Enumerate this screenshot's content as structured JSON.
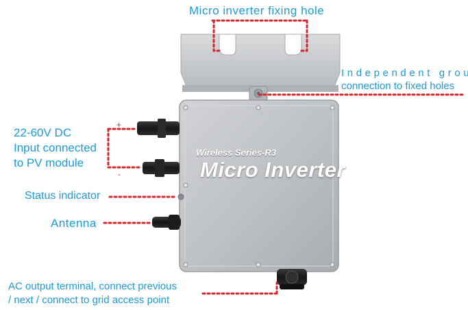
{
  "title": "",
  "device": {
    "series_text": "Wireless Series-R3",
    "product_name": "Micro Inverter"
  },
  "callouts": {
    "fixing_hole": "Micro inverter fixing hole",
    "ground_line1": "Independent ground",
    "ground_line2": "connection to fixed holes",
    "dc_line1": "22-60V DC",
    "dc_line2": "Input connected",
    "dc_line3": "to PV module",
    "plus_sign": "+",
    "minus_sign": "-",
    "status_indicator": "Status indicator",
    "antenna": "Antenna",
    "ac_line1": "AC output terminal, connect previous",
    "ac_line2": "/ next / connect to grid access point"
  },
  "colors": {
    "label_text": "#1e9ad6",
    "dotted_line": "#d6262b",
    "housing": "#c5c7ca",
    "housing_dark": "#9a9da1",
    "connector": "#1f1f1f"
  }
}
